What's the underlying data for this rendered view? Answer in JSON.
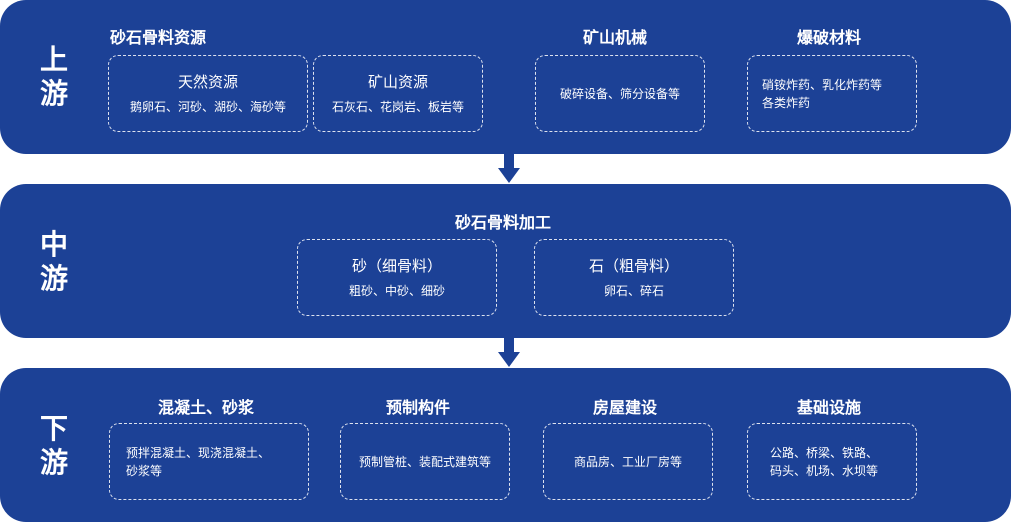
{
  "upstream": {
    "stage_top": "上",
    "stage_bottom": "游",
    "groups": [
      {
        "heading": "砂石骨料资源"
      },
      {
        "heading": "矿山机械"
      },
      {
        "heading": "爆破材料"
      }
    ],
    "boxes": [
      {
        "title": "天然资源",
        "text": "鹅卵石、河砂、湖砂、海砂等"
      },
      {
        "title": "矿山资源",
        "text": "石灰石、花岗岩、板岩等"
      },
      {
        "text": "破碎设备、筛分设备等"
      },
      {
        "text_line1": "硝铵炸药、乳化炸药等",
        "text_line2": "各类炸药"
      }
    ]
  },
  "midstream": {
    "stage_top": "中",
    "stage_bottom": "游",
    "heading": "砂石骨料加工",
    "boxes": [
      {
        "title": "砂（细骨料）",
        "text": "粗砂、中砂、细砂"
      },
      {
        "title": "石（粗骨料）",
        "text": "卵石、碎石"
      }
    ]
  },
  "downstream": {
    "stage_top": "下",
    "stage_bottom": "游",
    "groups": [
      {
        "heading": "混凝土、砂浆",
        "text_line1": "预拌混凝土、现浇混凝土、",
        "text_line2": "砂浆等"
      },
      {
        "heading": "预制构件",
        "text": "预制管桩、装配式建筑等"
      },
      {
        "heading": "房屋建设",
        "text": "商品房、工业厂房等"
      },
      {
        "heading": "基础设施",
        "text_line1": "公路、桥梁、铁路、",
        "text_line2": "码头、机场、水坝等"
      }
    ]
  },
  "colors": {
    "band": "#1c4196",
    "arrow": "#1c4196",
    "background": "#ffffff"
  }
}
